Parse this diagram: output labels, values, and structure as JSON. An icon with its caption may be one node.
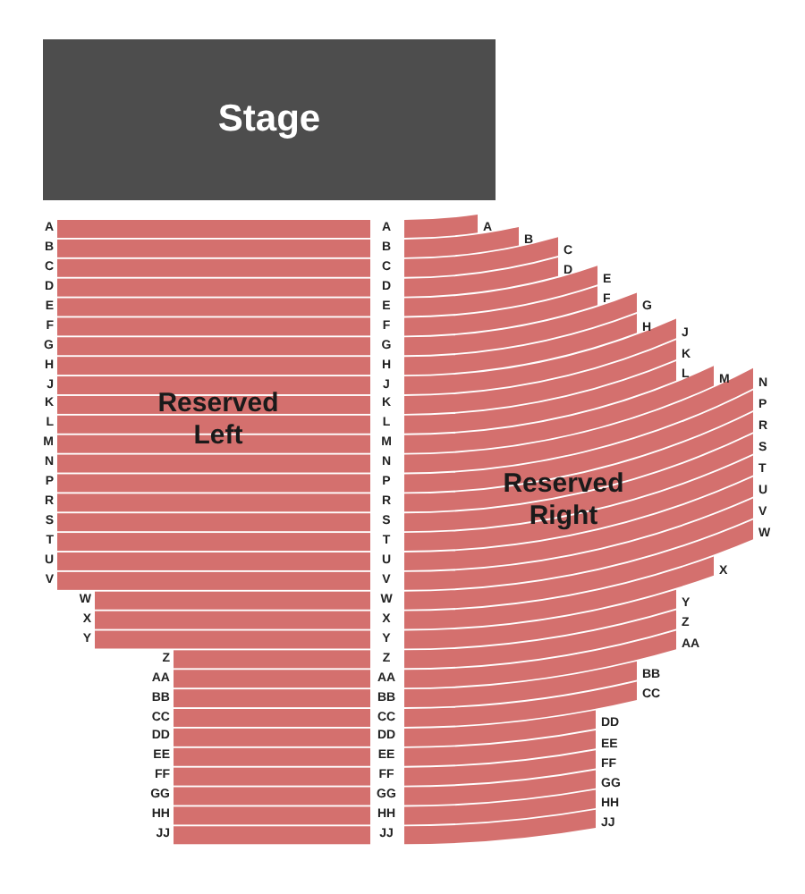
{
  "diagram": {
    "nodes": [
      {
        "text": [
          "Stage"
        ]
      },
      {
        "text": [
          "Reserved Left"
        ]
      },
      {
        "text": [
          "Reserved Right"
        ]
      }
    ],
    "labels": [
      "A",
      "B",
      "C",
      "D",
      "E",
      "F",
      "G",
      "H",
      "J",
      "K",
      "L",
      "M",
      "N",
      "P",
      "R",
      "S",
      "T",
      "U",
      "V",
      "W",
      "X",
      "Y",
      "Z",
      "AA",
      "BB",
      "CC",
      "DD",
      "EE",
      "FF",
      "GG",
      "HH",
      "JJ",
      "A",
      "B",
      "C",
      "D",
      "E",
      "F",
      "G",
      "H",
      "J",
      "K",
      "L",
      "M",
      "N",
      "P",
      "R",
      "S",
      "T",
      "U",
      "V",
      "W",
      "X",
      "Y",
      "Z",
      "AA",
      "BB",
      "CC",
      "DD",
      "EE",
      "FF",
      "GG",
      "HH",
      "JJ",
      "A",
      "B",
      "C",
      "D",
      "E",
      "F",
      "G",
      "H",
      "J",
      "K",
      "L",
      "M",
      "N",
      "P",
      "R",
      "S",
      "T",
      "U",
      "V",
      "W",
      "X",
      "Y",
      "Z",
      "AA",
      "BB",
      "CC",
      "DD",
      "EE",
      "FF",
      "GG",
      "HH",
      "JJ"
    ]
  }
}
